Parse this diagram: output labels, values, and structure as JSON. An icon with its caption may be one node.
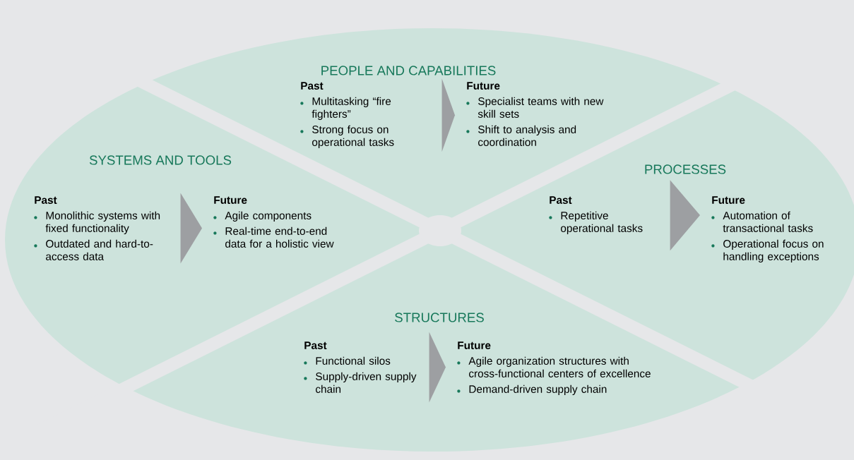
{
  "diagram": {
    "nodes": [
      {
        "text": [
          "PEOPLE AND CAPABILITIES"
        ]
      },
      {
        "text": [
          "Past",
          "Multitasking “fire fighters”",
          "Strong focus on operational tasks"
        ]
      },
      {
        "text": [
          "Future",
          "Specialist teams with new skill sets",
          "Shift to analysis and coordination"
        ]
      },
      {
        "text": [
          "SYSTEMS AND TOOLS"
        ]
      },
      {
        "text": [
          "Past",
          "Monolithic systems with fixed functionality",
          "Outdated and hard-to-access data"
        ]
      },
      {
        "text": [
          "Future",
          "Agile components",
          "Real-time end-to-end data for a holistic view"
        ]
      },
      {
        "text": [
          "PROCESSES"
        ]
      },
      {
        "text": [
          "Past",
          "Repetitive operational tasks"
        ]
      },
      {
        "text": [
          "Future",
          "Automation of transactional tasks",
          "Operational focus on handling exceptions"
        ]
      },
      {
        "text": [
          "STRUCTURES"
        ]
      },
      {
        "text": [
          "Past",
          "Functional silos",
          "Supply-driven supply chain"
        ]
      },
      {
        "text": [
          "Future",
          "Agile organization structures with cross-functional centers of excellence",
          "Demand-driven supply chain"
        ]
      }
    ],
    "edges": [
      {
        "from": 1,
        "to": 2,
        "arrow": "to"
      },
      {
        "from": 4,
        "to": 5,
        "arrow": "to"
      },
      {
        "from": 7,
        "to": 8,
        "arrow": "to"
      },
      {
        "from": 10,
        "to": 11,
        "arrow": "to"
      }
    ]
  }
}
